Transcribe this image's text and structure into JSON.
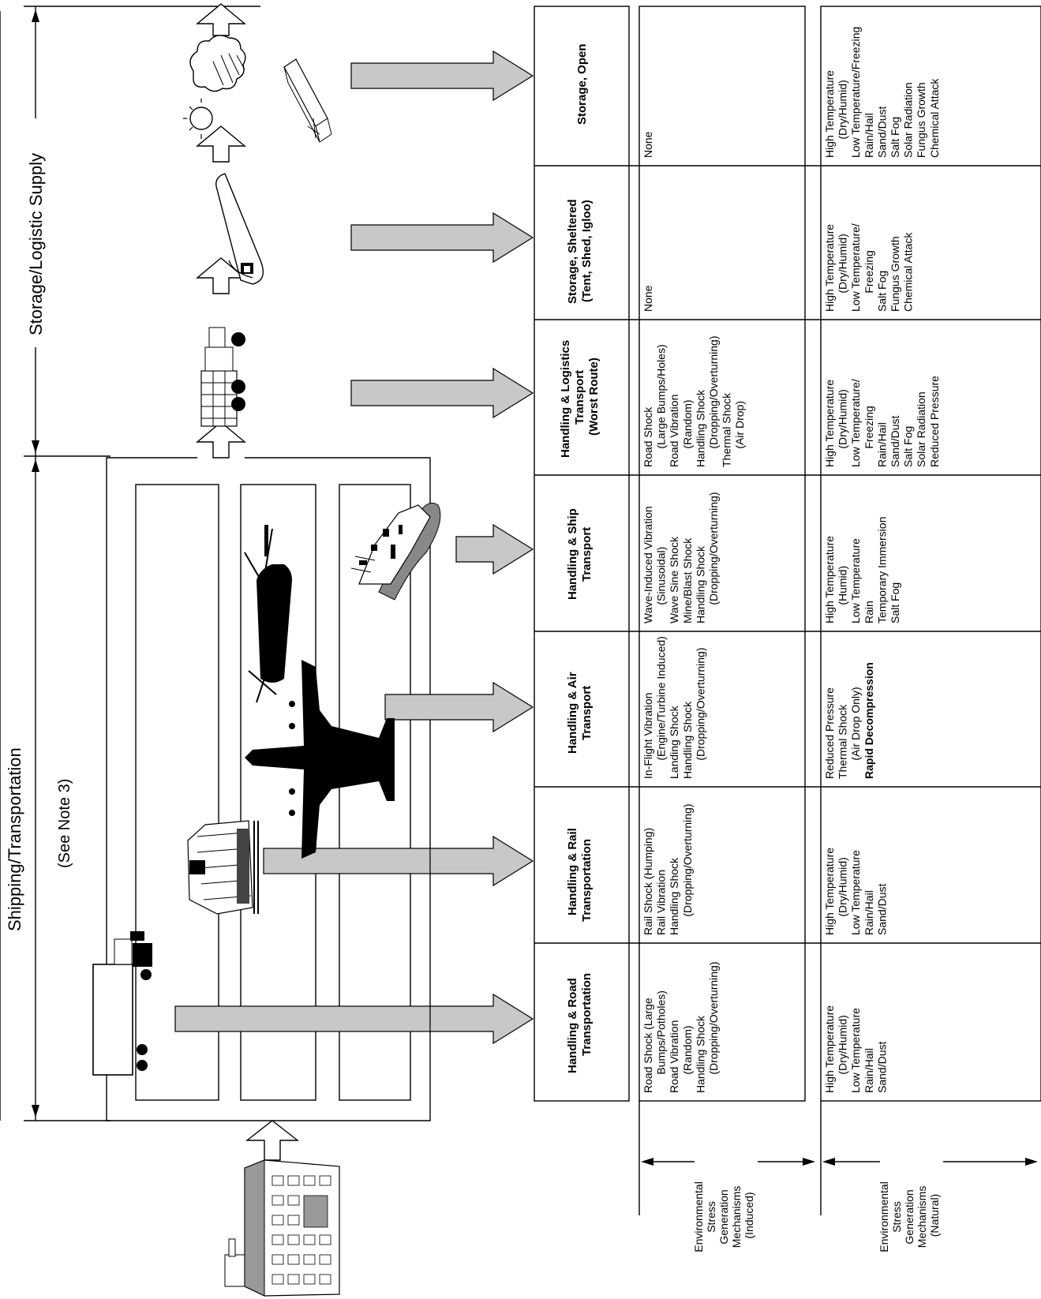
{
  "spans": {
    "shipping": "Shipping/Transportation",
    "note": "(See Note 3)",
    "storage": "Storage/Logistic Supply"
  },
  "row_labels": {
    "induced": [
      "Environmental",
      "Stress",
      "Generation",
      "Mechanisms",
      "(Induced)"
    ],
    "natural": [
      "Environmental",
      "Stress",
      "Generation",
      "Mechanisms",
      "(Natural)"
    ]
  },
  "columns": [
    {
      "id": "road",
      "header": [
        "Handling & Road",
        "Transportation"
      ],
      "induced": [
        "Road Shock (Large",
        "   Bumps/Potholes)",
        "Road Vibration",
        "   (Random)",
        "Handling Shock",
        "   (Dropping/Overturning)"
      ],
      "natural": [
        "High Temperature",
        "   (Dry/Humid)",
        "Low Temperature",
        "Rain/Hail",
        "Sand/Dust"
      ]
    },
    {
      "id": "rail",
      "header": [
        "Handling & Rail",
        "Transportation"
      ],
      "induced": [
        "Rail Shock (Humping)",
        "Rail Vibration",
        "Handling Shock",
        "   (Dropping/Overturning)"
      ],
      "natural": [
        "High Temperature",
        "   (Dry/Humid)",
        "Low Temperature",
        "Rain/Hail",
        "Sand/Dust"
      ]
    },
    {
      "id": "air",
      "header": [
        "Handling & Air",
        "Transport"
      ],
      "induced": [
        "In-Flight Vibration",
        "   (Engine/Turbine Induced)",
        "Landing Shock",
        "Handling Shock",
        "   (Dropping/Overturning)"
      ],
      "natural": [
        "Reduced Pressure",
        "Thermal Shock",
        "   (Air Drop Only)"
      ],
      "natural_bold": "Rapid Decompression"
    },
    {
      "id": "ship",
      "header": [
        "Handling & Ship",
        "Transport"
      ],
      "induced": [
        "Wave-Induced Vibration",
        "   (Sinusoidal)",
        "Wave Sine Shock",
        "Mine/Blast Shock",
        "Handling Shock",
        "   (Dropping/Overturning)"
      ],
      "natural": [
        "High Temperature",
        "   (Humid)",
        "Low Temperature",
        "Rain",
        "Temporary Immersion",
        "Salt Fog"
      ]
    },
    {
      "id": "logistics",
      "header": [
        "Handling & Logistics",
        "Transport",
        "(Worst Route)"
      ],
      "induced": [
        "Road Shock",
        "   (Large Bumps/Holes)",
        "Road Vibration",
        "   (Random)",
        "Handling Shock",
        "   (Dropping/Overturning)",
        "Thermal Shock",
        "   (Air Drop)"
      ],
      "natural": [
        "High Temperature",
        "   (Dry/Humid)",
        "Low Temperature/",
        "   Freezing",
        "Rain/Hail",
        "Sand/Dust",
        "Salt Fog",
        "Solar Radiation",
        "Reduced Pressure"
      ]
    },
    {
      "id": "sheltered",
      "header": [
        "Storage, Sheltered",
        "(Tent, Shed, Igloo)"
      ],
      "induced": [
        "None"
      ],
      "natural": [
        "High Temperature",
        "   (Dry/Humid)",
        "Low Temperature/",
        "   Freezing",
        "Salt Fog",
        "Fungus Growth",
        "Chemical Attack"
      ]
    },
    {
      "id": "open",
      "header": [
        "Storage, Open"
      ],
      "induced": [
        "None"
      ],
      "natural": [
        "High Temperature",
        "   (Dry/Humid)",
        "Low Temperature/Freezing",
        "Rain/Hail",
        "Sand/Dust",
        "Salt Fog",
        "Solar Radiation",
        "Fungus Growth",
        "Chemical Attack"
      ]
    }
  ],
  "icons": [
    "factory-icon",
    "truck-icon",
    "train-icon",
    "airplane-icon",
    "helicopter-icon",
    "ship-icon",
    "military-truck-icon",
    "storage-shelter-icon",
    "weather-icon",
    "crate-stack-icon"
  ],
  "colors": {
    "arrow_fill": "#c8c8c8",
    "line": "#000000"
  }
}
